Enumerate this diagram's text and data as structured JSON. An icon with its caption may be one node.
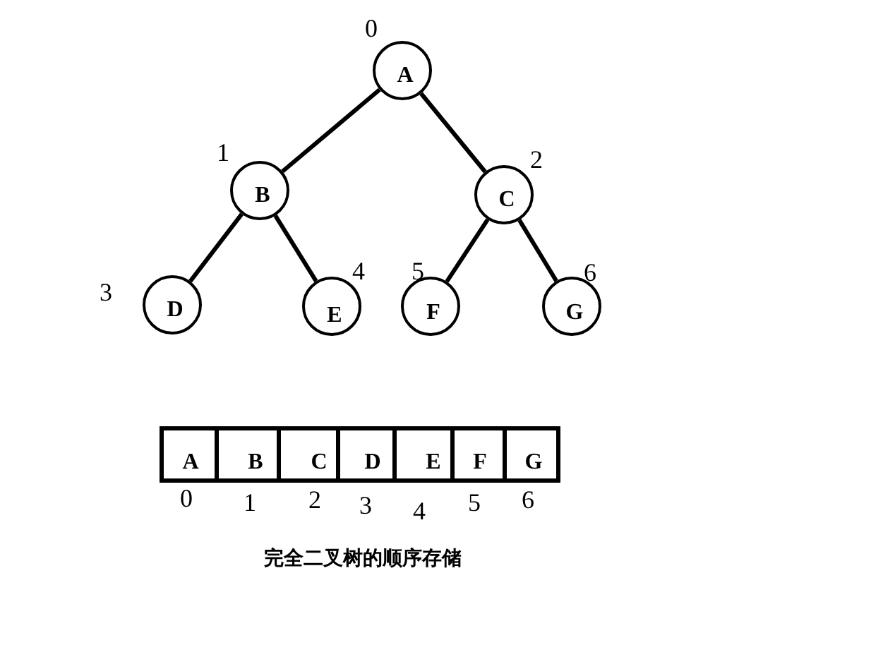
{
  "diagram": {
    "caption": "完全二叉树的顺序存储",
    "nodes": [
      {
        "text": [
          "A"
        ],
        "beside": [
          "0"
        ]
      },
      {
        "text": [
          "B"
        ],
        "beside": [
          "1"
        ]
      },
      {
        "text": [
          "C"
        ],
        "beside": [
          "2"
        ]
      },
      {
        "text": [
          "D"
        ],
        "beside": [
          "3"
        ]
      },
      {
        "text": [
          "E"
        ],
        "beside": [
          "4"
        ]
      },
      {
        "text": [
          "F"
        ],
        "beside": [
          "5"
        ]
      },
      {
        "text": [
          "G"
        ],
        "beside": [
          "6"
        ]
      },
      {
        "text": [
          "A"
        ],
        "beside": [
          "0"
        ]
      },
      {
        "text": [
          "B"
        ],
        "beside": [
          "1"
        ]
      },
      {
        "text": [
          "C"
        ],
        "beside": [
          "2"
        ]
      },
      {
        "text": [
          "D"
        ],
        "beside": [
          "3"
        ]
      },
      {
        "text": [
          "E"
        ],
        "beside": [
          "4"
        ]
      },
      {
        "text": [
          "F"
        ],
        "beside": [
          "5"
        ]
      },
      {
        "text": [
          "G"
        ],
        "beside": [
          "6"
        ]
      }
    ],
    "edges": [
      {
        "from": 0,
        "to": 1,
        "arrow": "none"
      },
      {
        "from": 0,
        "to": 2,
        "arrow": "none"
      },
      {
        "from": 1,
        "to": 3,
        "arrow": "none"
      },
      {
        "from": 1,
        "to": 4,
        "arrow": "none"
      },
      {
        "from": 2,
        "to": 5,
        "arrow": "none"
      },
      {
        "from": 2,
        "to": 6,
        "arrow": "none"
      }
    ]
  }
}
